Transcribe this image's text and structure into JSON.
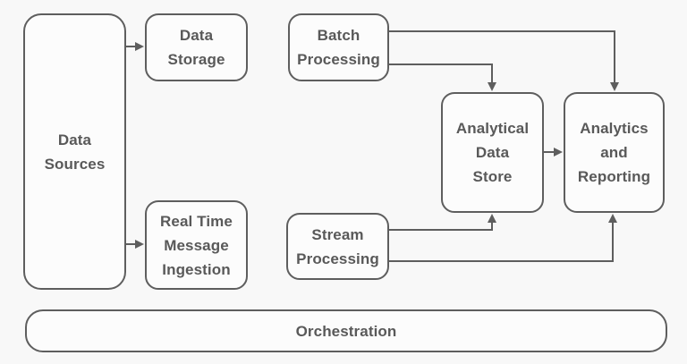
{
  "diagram": {
    "type": "architecture-flow-diagram",
    "colors": {
      "background": "#f8f8f8",
      "node_fill": "#fcfcfc",
      "node_border": "#5e5e5e",
      "text": "#595959",
      "connector": "#5e5e5e"
    },
    "nodes": {
      "data_sources": {
        "label": "Data\nSources"
      },
      "data_storage": {
        "label": "Data\nStorage"
      },
      "real_time_message_ingestion": {
        "label": "Real Time\nMessage\nIngestion"
      },
      "batch_processing": {
        "label": "Batch\nProcessing"
      },
      "stream_processing": {
        "label": "Stream\nProcessing"
      },
      "analytical_data_store": {
        "label": "Analytical\nData\nStore"
      },
      "analytics_and_reporting": {
        "label": "Analytics\nand\nReporting"
      },
      "orchestration": {
        "label": "Orchestration"
      }
    },
    "edges": [
      {
        "from": "data-sources",
        "to": "data-storage",
        "arrow": "right"
      },
      {
        "from": "data-sources",
        "to": "real-time-message-ingestion",
        "arrow": "right"
      },
      {
        "from": "batch-processing",
        "to": "analytics-and-reporting",
        "arrow": "down"
      },
      {
        "from": "batch-processing",
        "to": "analytical-data-store",
        "arrow": "down"
      },
      {
        "from": "stream-processing",
        "to": "analytical-data-store",
        "arrow": "up"
      },
      {
        "from": "stream-processing",
        "to": "analytics-and-reporting",
        "arrow": "up"
      },
      {
        "from": "analytical-data-store",
        "to": "analytics-and-reporting",
        "arrow": "right"
      }
    ]
  }
}
